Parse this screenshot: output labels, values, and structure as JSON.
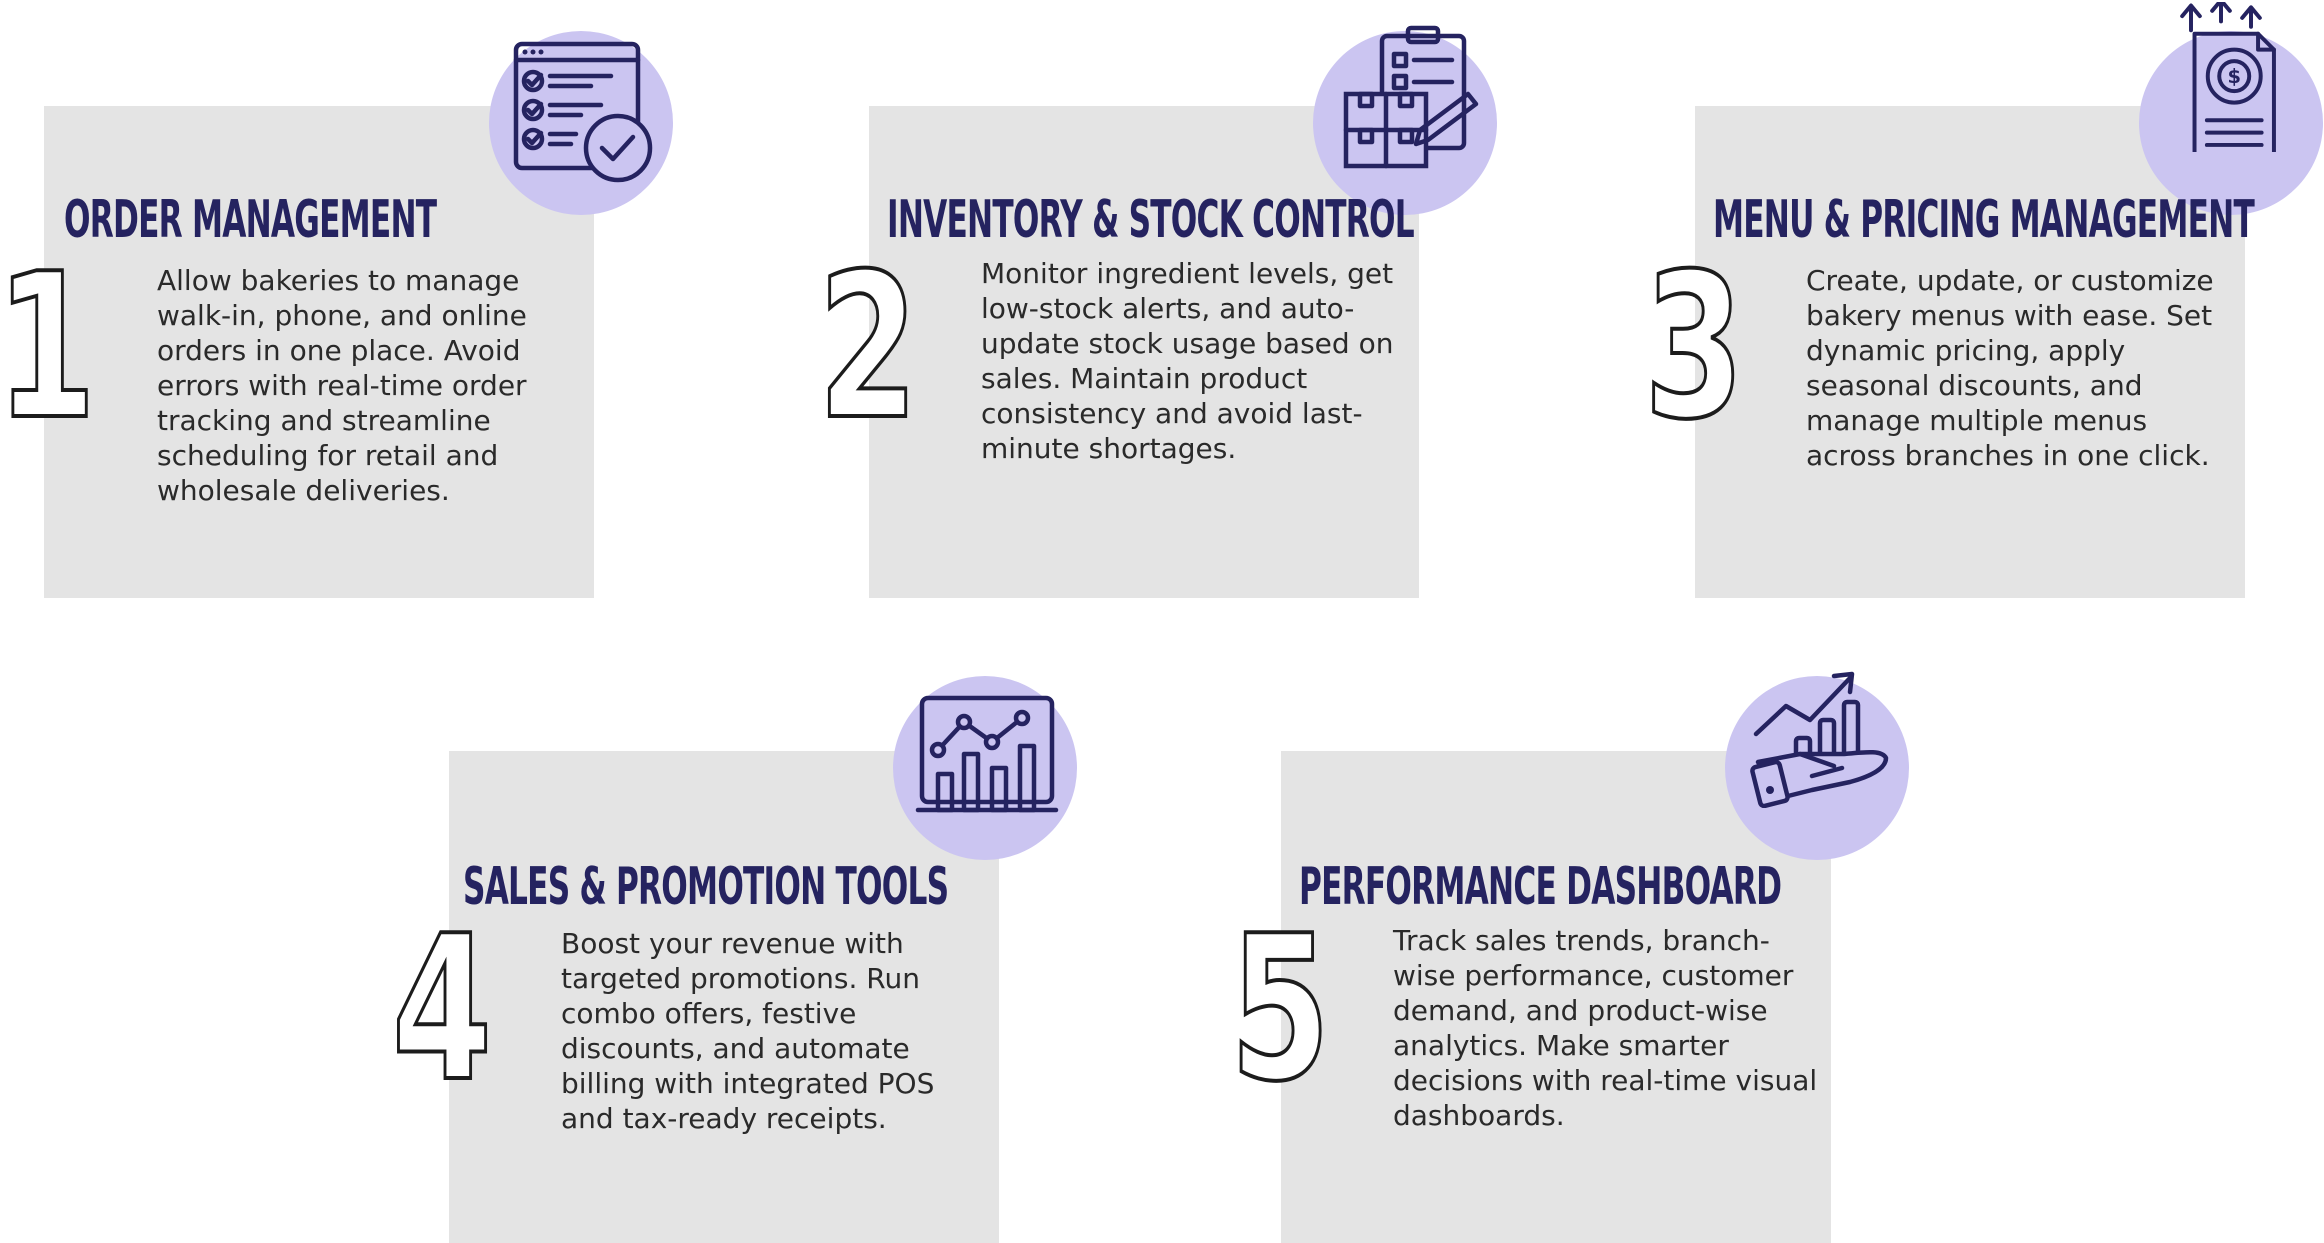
{
  "colors": {
    "card_bg": "#e4e4e4",
    "circle_bg": "#cbc5f1",
    "title": "#252360",
    "icon": "#252360",
    "text": "#2a2a2a"
  },
  "features": [
    {
      "number": "1",
      "title": "ORDER MANAGEMENT",
      "description": "Allow bakeries to manage walk-in, phone, and online orders in one place. Avoid errors with real-time order tracking and streamline scheduling for retail and wholesale deliveries.",
      "icon": "checklist-icon"
    },
    {
      "number": "2",
      "title": "INVENTORY & STOCK CONTROL",
      "description": "Monitor ingredient levels, get low-stock alerts, and auto-update stock usage based on sales. Maintain product consistency and avoid last-minute shortages.",
      "icon": "inventory-clipboard-icon"
    },
    {
      "number": "3",
      "title": "MENU & PRICING MANAGEMENT",
      "description": "Create, update, or customize bakery menus with ease. Set dynamic pricing, apply seasonal discounts, and manage multiple menus across branches in one click.",
      "icon": "pricing-document-icon"
    },
    {
      "number": "4",
      "title": "SALES & PROMOTION TOOLS",
      "description": "Boost your revenue with targeted promotions. Run combo offers, festive discounts, and automate billing with integrated POS and tax-ready receipts.",
      "icon": "sales-chart-icon"
    },
    {
      "number": "5",
      "title": "PERFORMANCE DASHBOARD",
      "description": "Track sales trends, branch-wise performance, customer demand, and product-wise analytics. Make smarter decisions with real-time visual dashboards.",
      "icon": "growth-hand-icon"
    }
  ]
}
